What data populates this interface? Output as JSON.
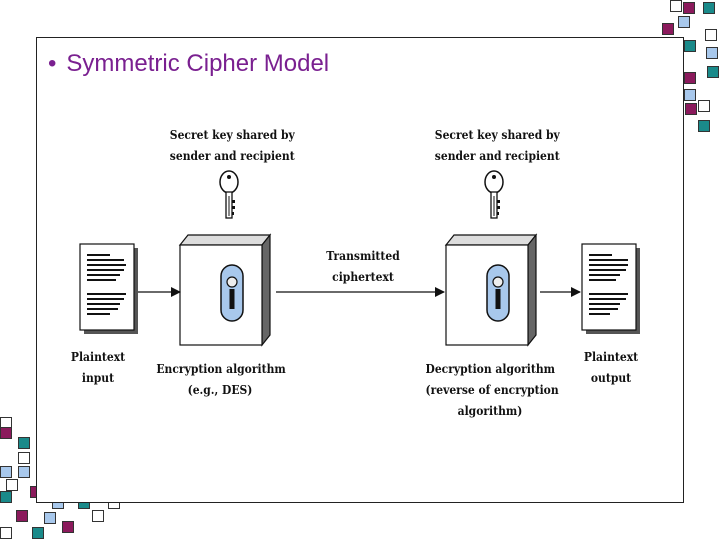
{
  "slide": {
    "title": "Symmetric Cipher Model"
  },
  "diagram": {
    "enc_key_label_1": "Secret key shared by",
    "enc_key_label_2": "sender and recipient",
    "dec_key_label_1": "Secret key shared by",
    "dec_key_label_2": "sender and recipient",
    "channel_label_1": "Transmitted",
    "channel_label_2": "ciphertext",
    "plaintext_input_1": "Plaintext",
    "plaintext_input_2": "input",
    "encryption_1": "Encryption algorithm",
    "encryption_2": "(e.g., DES)",
    "decryption_1": "Decryption algorithm",
    "decryption_2": "(reverse of encryption",
    "decryption_3": "algorithm)",
    "plaintext_output_1": "Plaintext",
    "plaintext_output_2": "output"
  },
  "colors": {
    "title": "#7a2090",
    "deco_plum": "#8b1a5c",
    "deco_teal": "#1a8a8a",
    "deco_lightblue": "#a8c8ec",
    "lock": "#a8c8ec"
  }
}
